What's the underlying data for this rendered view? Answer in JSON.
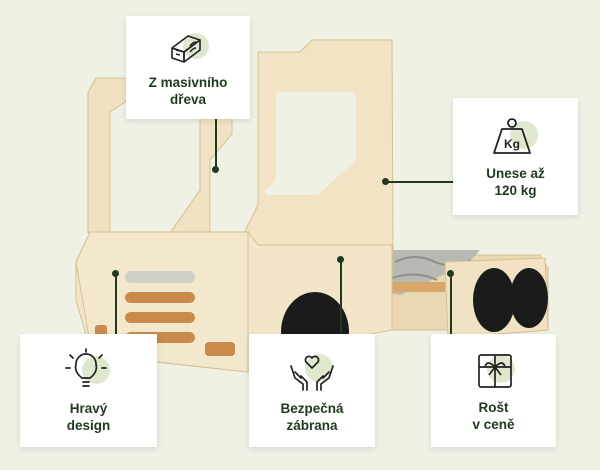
{
  "colors": {
    "background": "#eef1e4",
    "accent": "#1f3a1d",
    "icon_blob": "#dfe8cf",
    "wood_light": "#efe1c0",
    "wood_edge": "#d6c092",
    "wheel": "#1b1b1b"
  },
  "features": [
    {
      "id": "solid-wood",
      "label": "Z masivního\ndřeva",
      "icon": "wood-plank-icon"
    },
    {
      "id": "weight",
      "label": "Unese až\n120 kg",
      "icon": "weight-kg-icon"
    },
    {
      "id": "design",
      "label": "Hravý\ndesign",
      "icon": "lightbulb-icon"
    },
    {
      "id": "safety",
      "label": "Bezpečná\nzábrana",
      "icon": "hands-heart-icon"
    },
    {
      "id": "slatted-base",
      "label": "Rošt\nv ceně",
      "icon": "gift-box-icon"
    }
  ],
  "icon_text": {
    "weight": "Kg"
  }
}
